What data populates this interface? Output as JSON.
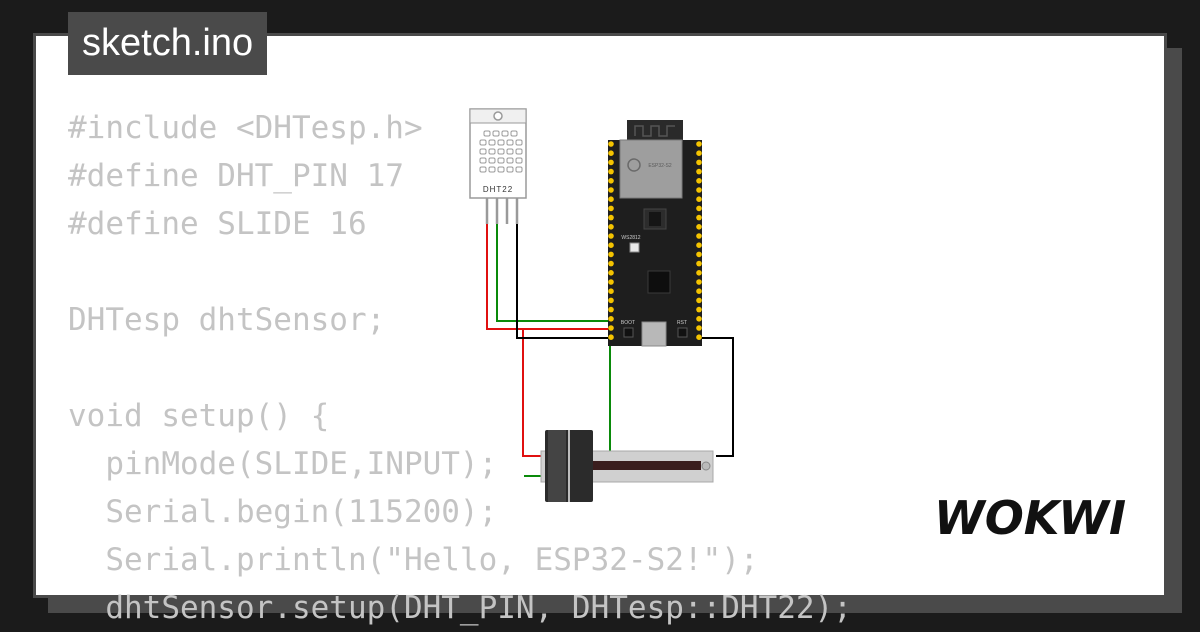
{
  "file_tab": {
    "label": "sketch.ino"
  },
  "code": {
    "lines": [
      "#include <DHTesp.h>",
      "#define DHT_PIN 17",
      "#define SLIDE 16",
      "",
      "DHTesp dhtSensor;",
      "",
      "void setup() {",
      "  pinMode(SLIDE,INPUT);",
      "  Serial.begin(115200);",
      "  Serial.println(\"Hello, ESP32-S2!\");",
      "  dhtSensor.setup(DHT_PIN, DHTesp::DHT22);"
    ]
  },
  "circuit": {
    "dht_label": "DHT22",
    "board_module_label": "ESP32-S2",
    "led_label": "WS2812",
    "boot_label": "BOOT",
    "rst_label": "RST"
  },
  "brand": {
    "logo": "WOKWI"
  },
  "colors": {
    "background": "#1b1b1b",
    "frame": "#4a4a4a",
    "code_text": "#c4c4c4",
    "wire_red": "#e01010",
    "wire_green": "#0a8a0a",
    "wire_black": "#000000",
    "board": "#1e1e1e",
    "pin_yellow": "#f5c400"
  }
}
